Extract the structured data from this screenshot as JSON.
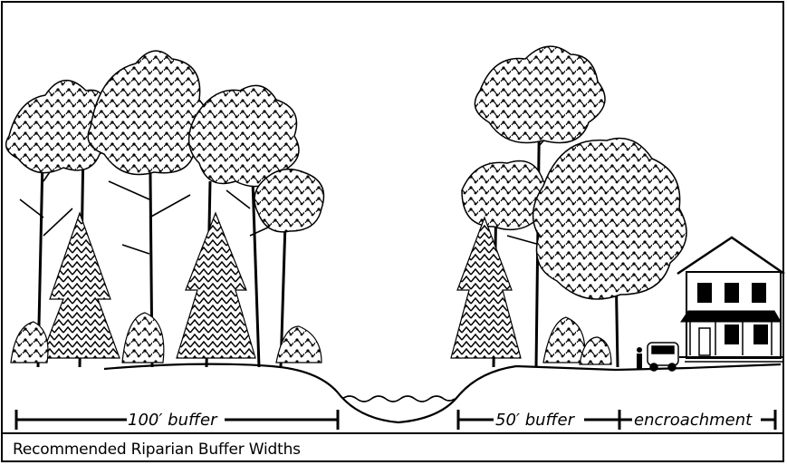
{
  "labels": {
    "buffer_100": "100′ buffer",
    "buffer_50": "50′ buffer",
    "encroachment": "encroachment"
  },
  "caption": "Recommended Riparian Buffer Widths",
  "colors": {
    "ink": "#000000",
    "paper": "#ffffff",
    "foliage_light": "#bdbdbd"
  }
}
